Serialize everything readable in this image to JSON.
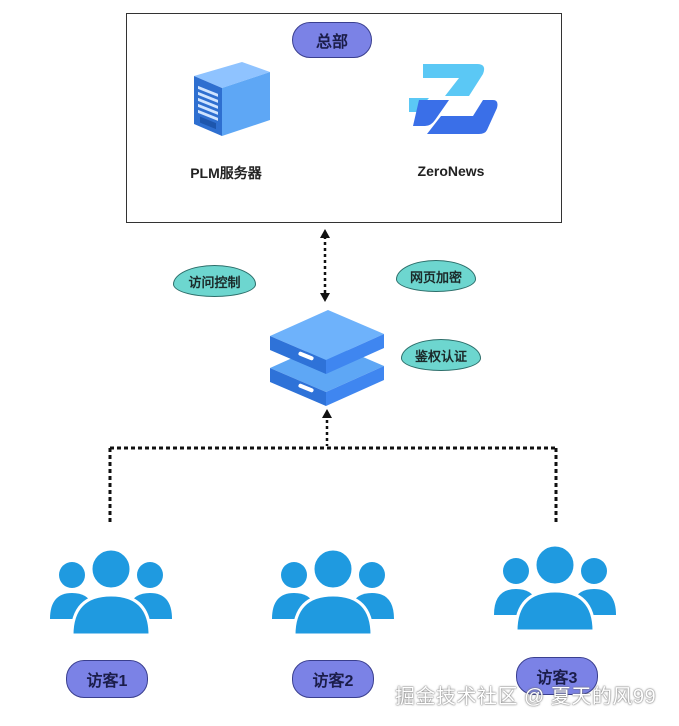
{
  "headquarters": {
    "title": "总部",
    "plm_server_label": "PLM服务器",
    "zeronews_label": "ZeroNews"
  },
  "tags": {
    "access_control": "访问控制",
    "web_encryption": "网页加密",
    "authentication": "鉴权认证"
  },
  "visitors": [
    {
      "label": "访客1"
    },
    {
      "label": "访客2"
    },
    {
      "label": "访客3"
    }
  ],
  "watermark": "掘金技术社区 @ 夏天的风99",
  "colors": {
    "pill_fill": "#7b82e6",
    "tag_fill": "#6dd6cf",
    "person_icon": "#1f9ae0",
    "gateway_blue": "#3f86f0",
    "connector": "#111111"
  },
  "icons": {
    "plm_server": "server-tower-icon",
    "zeronews": "zeronews-logo-icon",
    "gateway": "network-gateway-icon",
    "visitor": "user-group-icon"
  }
}
